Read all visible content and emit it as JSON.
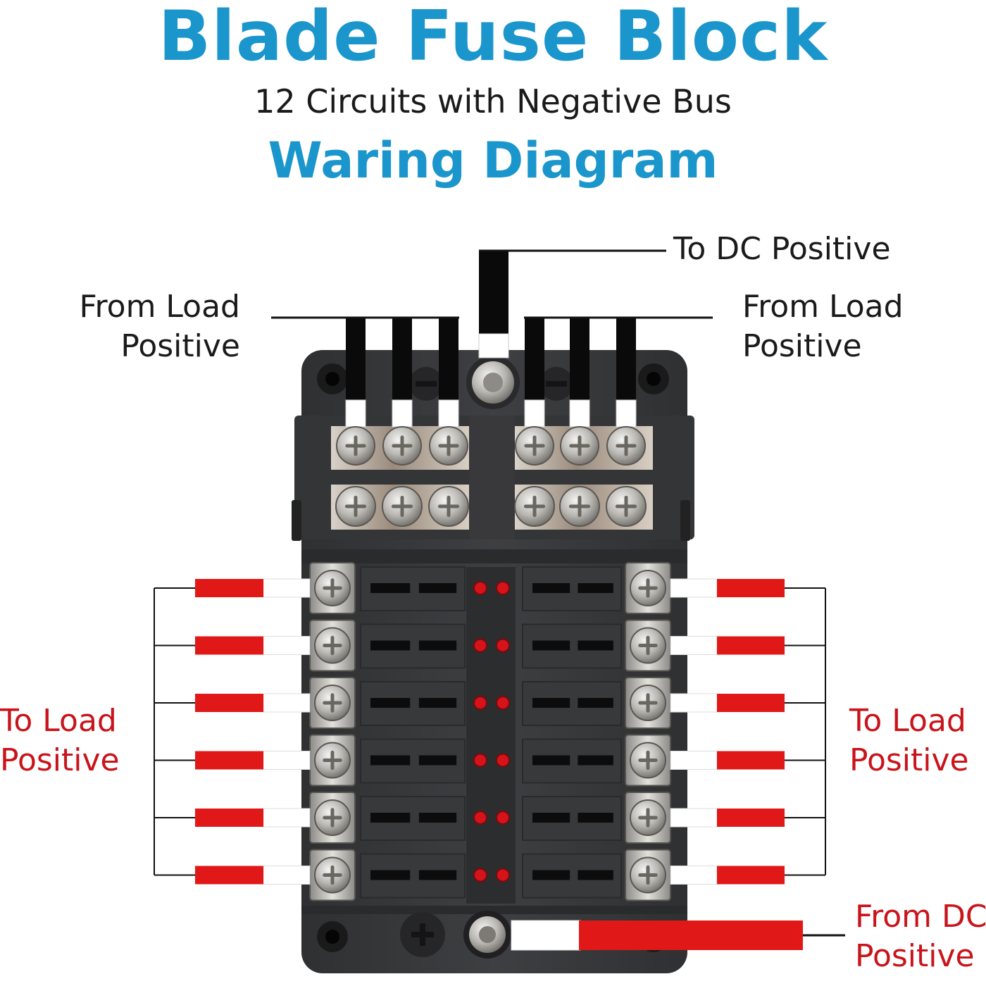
{
  "header": {
    "title": "Blade Fuse Block",
    "subtitle": "12 Circuits with Negative Bus",
    "heading": "Waring Diagram"
  },
  "labels": {
    "to_dc_positive": "To DC Positive",
    "from_load_positive_left": [
      "From Load",
      "Positive"
    ],
    "from_load_positive_right": [
      "From Load",
      "Positive"
    ],
    "to_load_positive_left": [
      "To Load",
      "Positive"
    ],
    "to_load_positive_right": [
      "To Load",
      "Positive"
    ],
    "from_dc_positive": [
      "From DC",
      "Positive"
    ]
  },
  "components": {
    "circuits": 12,
    "fuse_rows": 6,
    "fuse_columns": 2,
    "negative_bus_terminals": 12
  },
  "colors": {
    "accent_blue": "#1b96cc",
    "positive_red": "#e01818",
    "label_red": "#c8141a",
    "wire_black": "#0a0a0a",
    "block_body": "#3a3b3d"
  }
}
